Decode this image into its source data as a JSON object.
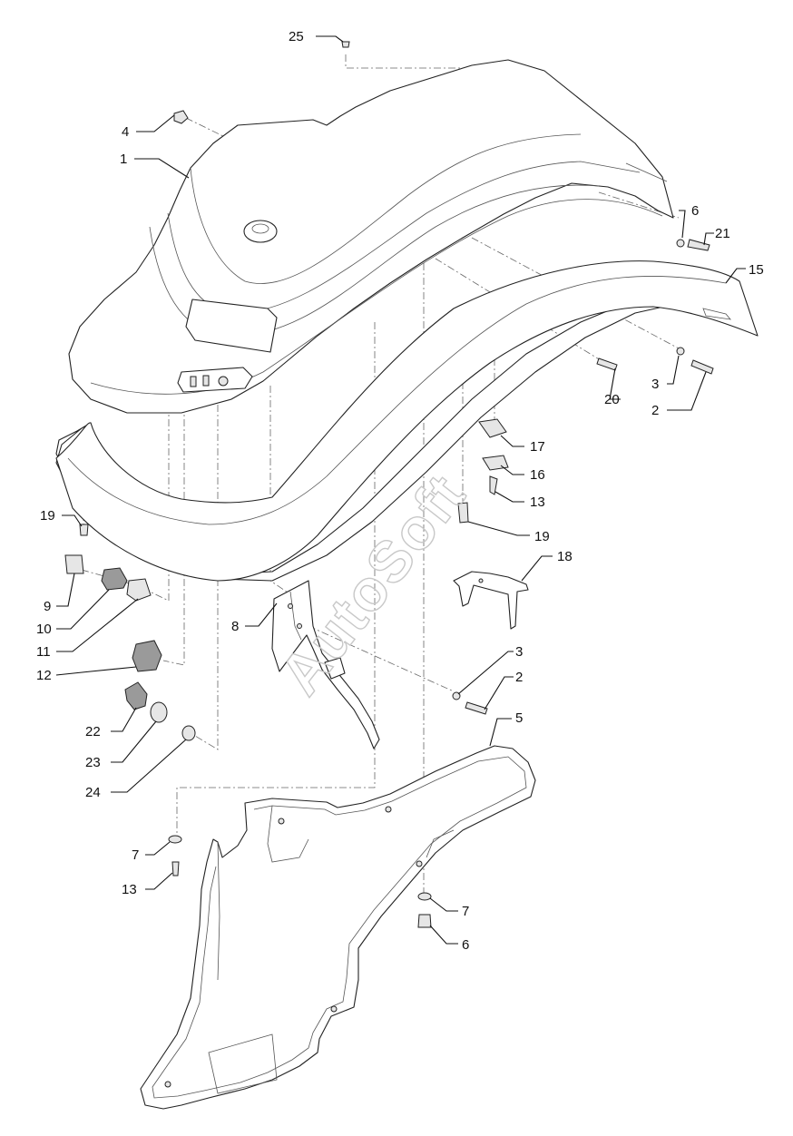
{
  "diagram": {
    "watermark": "AutoSoft",
    "callouts": [
      {
        "id": "c25",
        "text": "25"
      },
      {
        "id": "c4",
        "text": "4"
      },
      {
        "id": "c1",
        "text": "1"
      },
      {
        "id": "c6a",
        "text": "6"
      },
      {
        "id": "c21",
        "text": "21"
      },
      {
        "id": "c15",
        "text": "15"
      },
      {
        "id": "c20",
        "text": "20"
      },
      {
        "id": "c3a",
        "text": "3"
      },
      {
        "id": "c2a",
        "text": "2"
      },
      {
        "id": "c17",
        "text": "17"
      },
      {
        "id": "c16",
        "text": "16"
      },
      {
        "id": "c13a",
        "text": "13"
      },
      {
        "id": "c19a",
        "text": "19"
      },
      {
        "id": "c19b",
        "text": "19"
      },
      {
        "id": "c18",
        "text": "18"
      },
      {
        "id": "c9",
        "text": "9"
      },
      {
        "id": "c10",
        "text": "10"
      },
      {
        "id": "c11",
        "text": "11"
      },
      {
        "id": "c8",
        "text": "8"
      },
      {
        "id": "c12",
        "text": "12"
      },
      {
        "id": "c3b",
        "text": "3"
      },
      {
        "id": "c2b",
        "text": "2"
      },
      {
        "id": "c5",
        "text": "5"
      },
      {
        "id": "c22",
        "text": "22"
      },
      {
        "id": "c23",
        "text": "23"
      },
      {
        "id": "c24",
        "text": "24"
      },
      {
        "id": "c7a",
        "text": "7"
      },
      {
        "id": "c13b",
        "text": "13"
      },
      {
        "id": "c7b",
        "text": "7"
      },
      {
        "id": "c6b",
        "text": "6"
      }
    ]
  }
}
